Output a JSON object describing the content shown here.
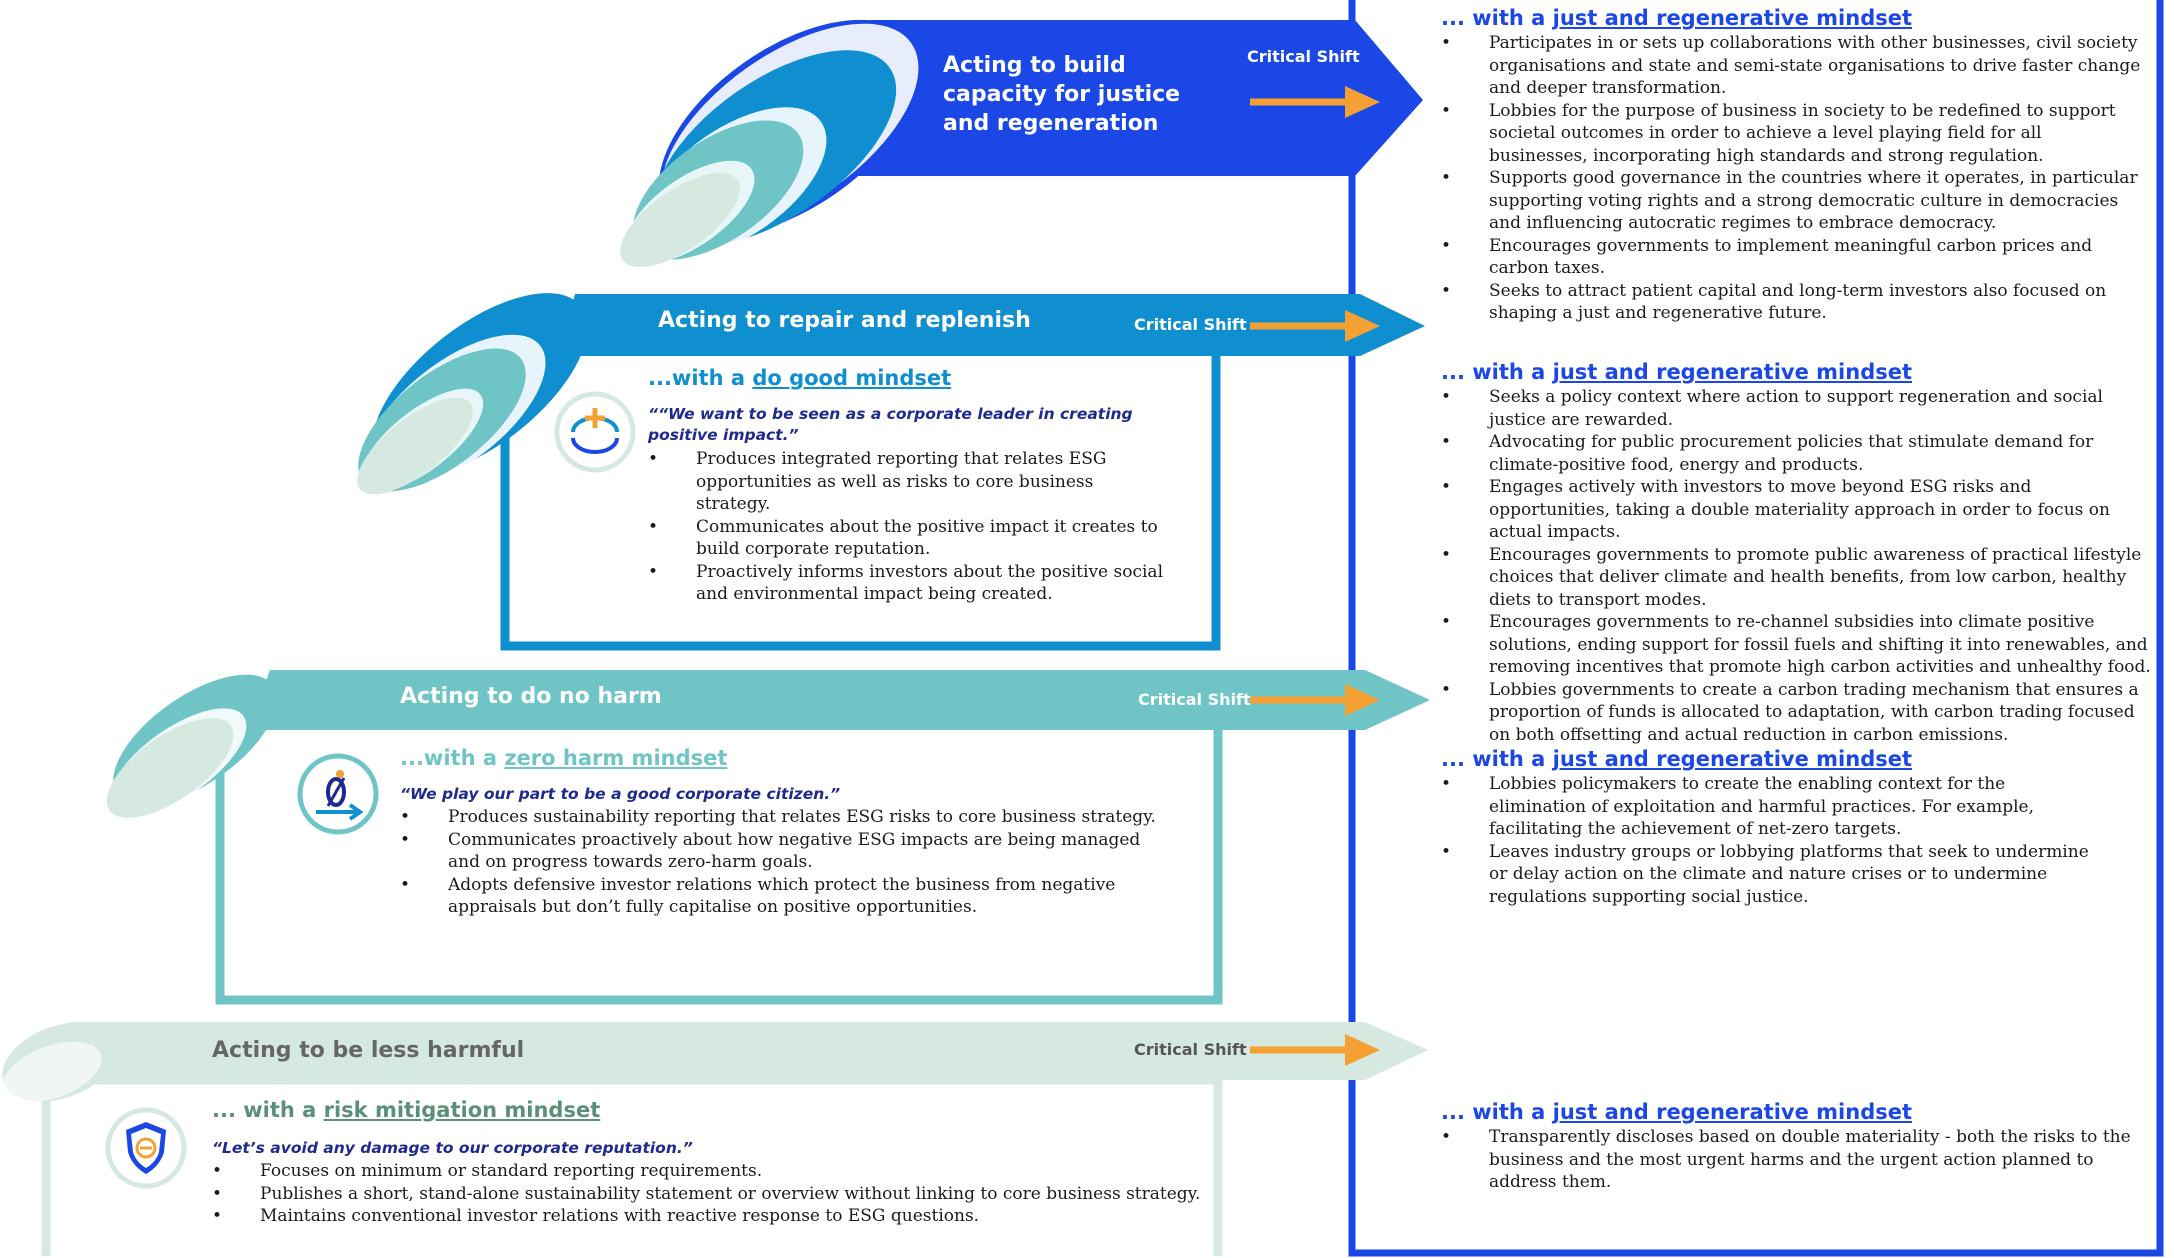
{
  "colors": {
    "dark_blue": "#1a47e6",
    "mid_blue": "#0f8fd0",
    "teal": "#6fc4c6",
    "pale": "#d6e9e0",
    "orange": "#f5a033",
    "navy_text": "#1f2a8f"
  },
  "stages": [
    {
      "title": "Acting to build capacity for justice and regeneration",
      "title_lines": [
        "Acting to build",
        "capacity for justice",
        "and regeneration"
      ],
      "critical_shift": "Critical Shift"
    },
    {
      "title": "Acting to repair and replenish",
      "critical_shift": "Critical Shift",
      "mindset_prefix": "...with a ",
      "mindset": "do good mindset",
      "icon": "plus-cycle-icon",
      "quote": "““We want to be seen as a corporate leader in creating positive impact.”",
      "bullets": [
        "Produces integrated reporting that relates ESG opportunities as well as risks to core business strategy.",
        "Communicates about the positive impact it creates to build corporate reputation.",
        "Proactively informs investors about the positive social and environmental impact being created."
      ]
    },
    {
      "title": "Acting to do no harm",
      "critical_shift": "Critical Shift",
      "mindset_prefix": "...with a ",
      "mindset": "zero harm mindset",
      "icon": "zero-arrow-icon",
      "quote": "“We play our part to be a good corporate citizen.”",
      "bullets": [
        "Produces sustainability reporting that relates ESG risks to core business strategy.",
        "Communicates proactively about how negative ESG impacts are being managed and on progress towards zero-harm goals.",
        "Adopts defensive investor relations which protect the business from negative appraisals but don’t fully capitalise on positive opportunities."
      ]
    },
    {
      "title": "Acting to be less harmful",
      "critical_shift": "Critical Shift",
      "mindset_prefix": "... with a ",
      "mindset": "risk mitigation mindset",
      "icon": "shield-icon",
      "quote": "“Let’s avoid any damage to our corporate reputation.”",
      "bullets": [
        "Focuses on minimum or standard reporting requirements.",
        "Publishes a short, stand-alone sustainability statement or overview without linking to core business strategy.",
        "Maintains conventional investor relations with reactive response to ESG questions."
      ]
    }
  ],
  "right_panel": [
    {
      "prefix": "... with a ",
      "mindset": "just and regenerative mindset",
      "bullets": [
        "Participates in or sets up collaborations with other businesses, civil society organisations and state and semi-state organisations to drive faster change and deeper transformation.",
        "Lobbies for the purpose of business in society to be redefined to support societal outcomes in order to achieve a level playing field for all businesses, incorporating high standards and strong regulation.",
        "Supports good governance in the countries where it operates, in particular supporting voting rights and a strong democratic culture in democracies and influencing autocratic regimes to embrace democracy.",
        "Encourages governments to implement meaningful carbon prices and carbon taxes.",
        "Seeks to attract patient capital and long-term investors also focused on shaping a just and regenerative future."
      ]
    },
    {
      "prefix": "... with a ",
      "mindset": "just and regenerative mindset",
      "bullets": [
        "Seeks a policy context where action to support regeneration and social justice are rewarded.",
        "Advocating for public procurement policies that stimulate demand for climate-positive food, energy and products.",
        "Engages actively with investors to move beyond ESG risks and opportunities, taking a double materiality approach in order to focus on actual impacts.",
        "Encourages governments to promote public awareness of practical lifestyle choices that deliver climate and health benefits, from low carbon, healthy diets to transport modes.",
        "Encourages governments to re-channel subsidies into climate positive solutions, ending support for fossil fuels and shifting it into renewables, and removing incentives that promote high carbon activities and unhealthy food.",
        "Lobbies governments to create a carbon trading mechanism that ensures a proportion of funds is allocated to adaptation, with carbon trading focused on both offsetting and actual reduction in carbon emissions."
      ]
    },
    {
      "prefix": "... with a ",
      "mindset": "just and regenerative mindset",
      "bullets": [
        "Lobbies policymakers to create the enabling context for the elimination of exploitation and harmful practices. For example, facilitating the achievement of net-zero targets.",
        "Leaves industry groups or lobbying platforms that seek to undermine or delay action on the climate and nature crises or to undermine regulations supporting social justice."
      ]
    },
    {
      "prefix": "... with a ",
      "mindset": "just and regenerative mindset",
      "bullets": [
        "Transparently discloses based on double materiality - both the risks to the business and the most urgent harms and the urgent action planned to address them."
      ]
    }
  ]
}
